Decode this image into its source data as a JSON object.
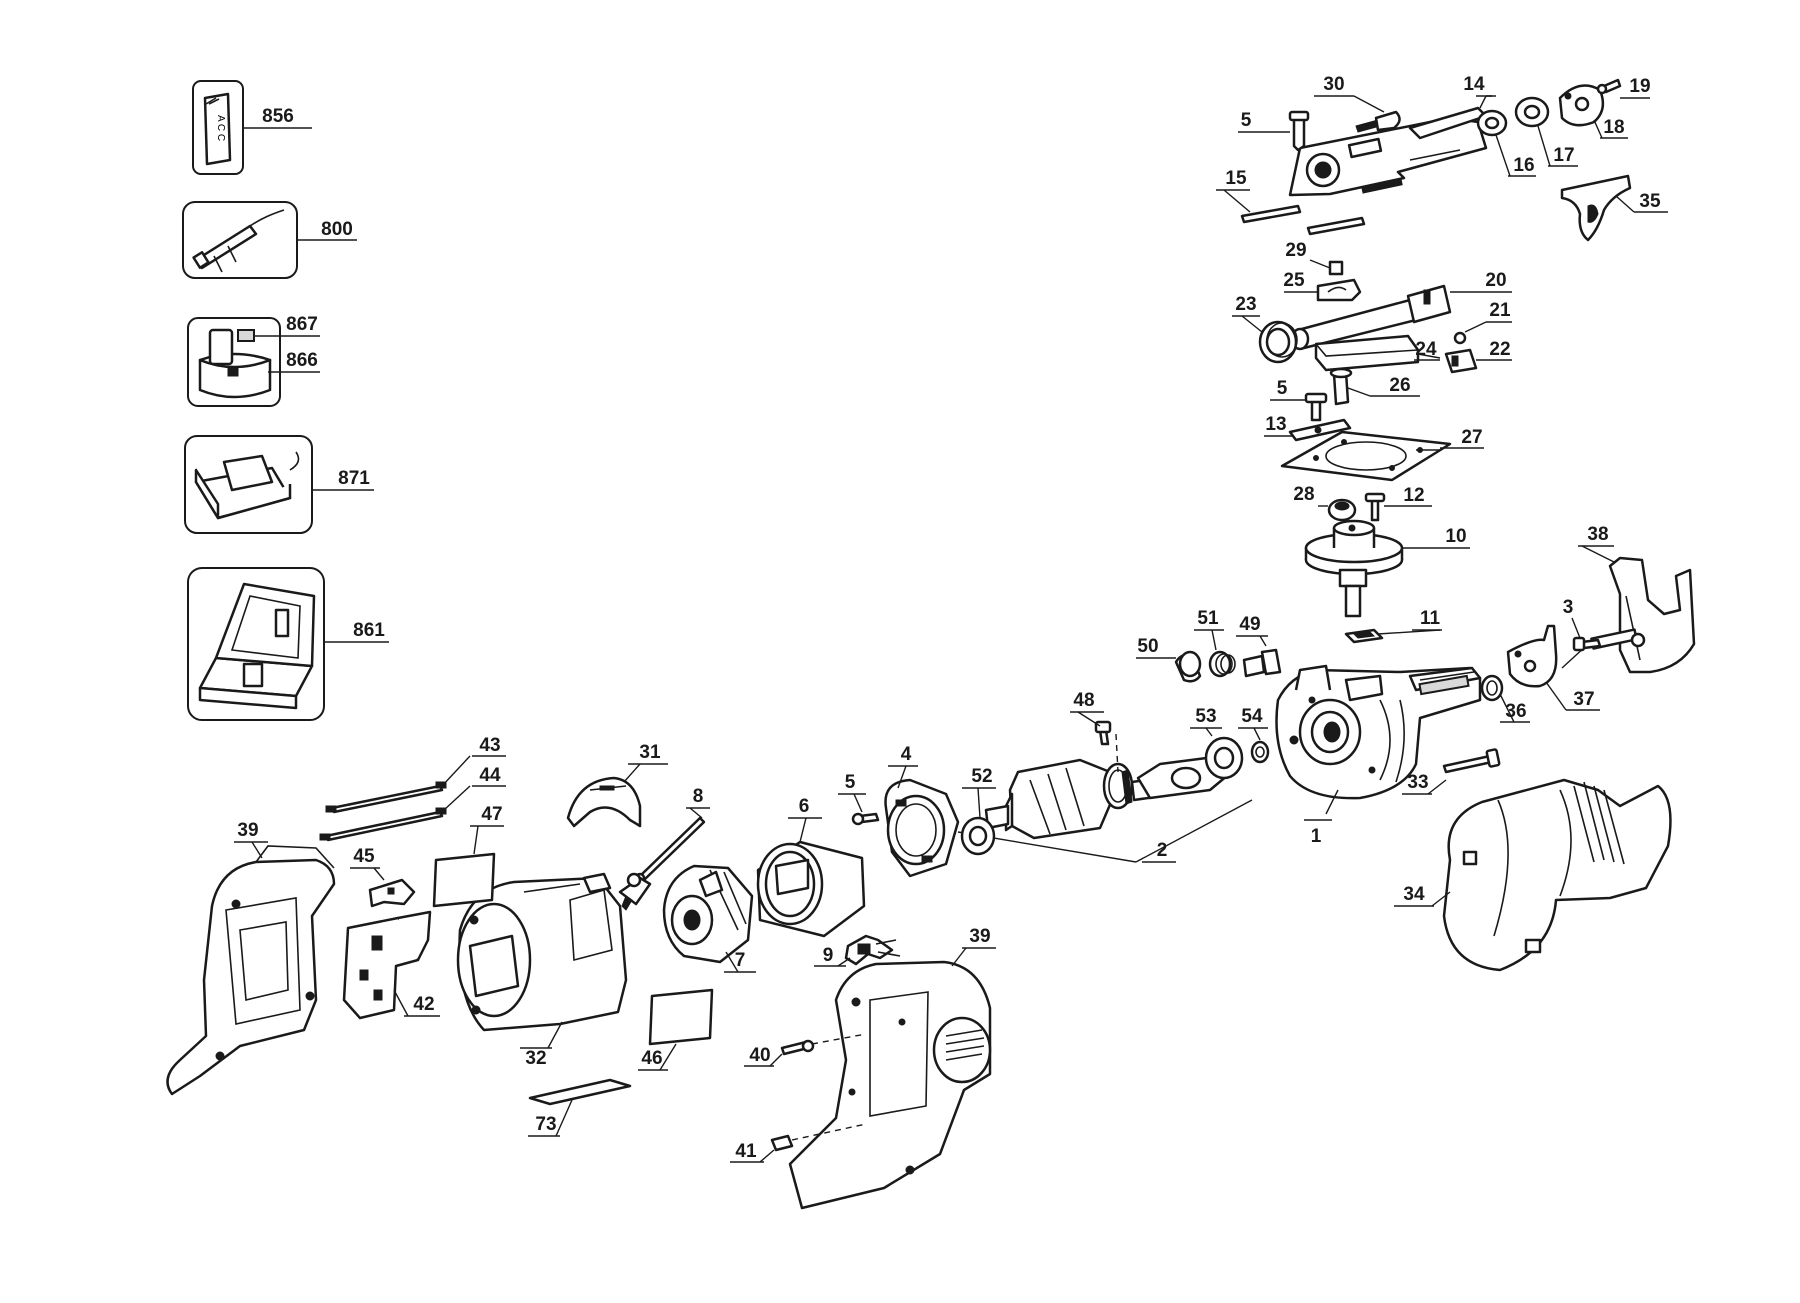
{
  "labels": {
    "p856": "856",
    "p800": "800",
    "p867": "867",
    "p866": "866",
    "p871": "871",
    "p861": "861",
    "p1": "1",
    "p2": "2",
    "p3": "3",
    "p4": "4",
    "p5a": "5",
    "p5b": "5",
    "p5c": "5",
    "p6": "6",
    "p7": "7",
    "p8": "8",
    "p9": "9",
    "p10": "10",
    "p11": "11",
    "p12": "12",
    "p13": "13",
    "p14": "14",
    "p15": "15",
    "p16": "16",
    "p17": "17",
    "p18": "18",
    "p19": "19",
    "p20": "20",
    "p21": "21",
    "p22": "22",
    "p23": "23",
    "p24": "24",
    "p25": "25",
    "p26": "26",
    "p27": "27",
    "p28": "28",
    "p29": "29",
    "p30": "30",
    "p31": "31",
    "p32": "32",
    "p33": "33",
    "p34": "34",
    "p35": "35",
    "p36": "36",
    "p37": "37",
    "p38": "38",
    "p39a": "39",
    "p39b": "39",
    "p40": "40",
    "p41": "41",
    "p42": "42",
    "p43": "43",
    "p44": "44",
    "p45": "45",
    "p46": "46",
    "p47": "47",
    "p48": "48",
    "p49": "49",
    "p50": "50",
    "p51": "51",
    "p52": "52",
    "p53": "53",
    "p54": "54",
    "p73": "73"
  },
  "label_856_marking": "A C C"
}
